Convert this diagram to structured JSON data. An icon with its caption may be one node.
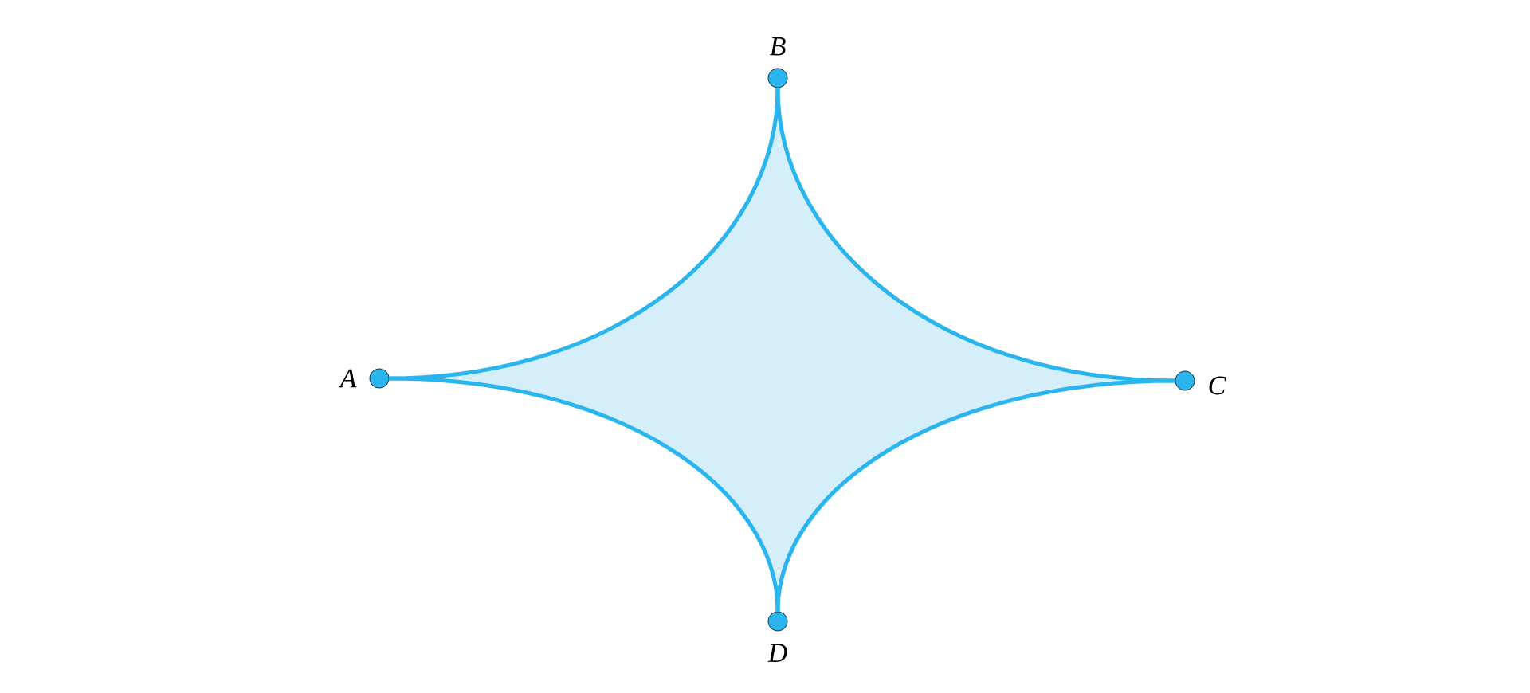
{
  "diagram": {
    "nodes": [
      {
        "text": [
          "A"
        ]
      },
      {
        "text": [
          "B"
        ]
      },
      {
        "text": [
          "C"
        ]
      },
      {
        "text": [
          "D"
        ]
      }
    ],
    "edges": [
      {
        "from": 0,
        "to": 1,
        "arrow": "none"
      },
      {
        "from": 1,
        "to": 2,
        "arrow": "none"
      },
      {
        "from": 2,
        "to": 3,
        "arrow": "none"
      },
      {
        "from": 3,
        "to": 0,
        "arrow": "none"
      }
    ]
  }
}
